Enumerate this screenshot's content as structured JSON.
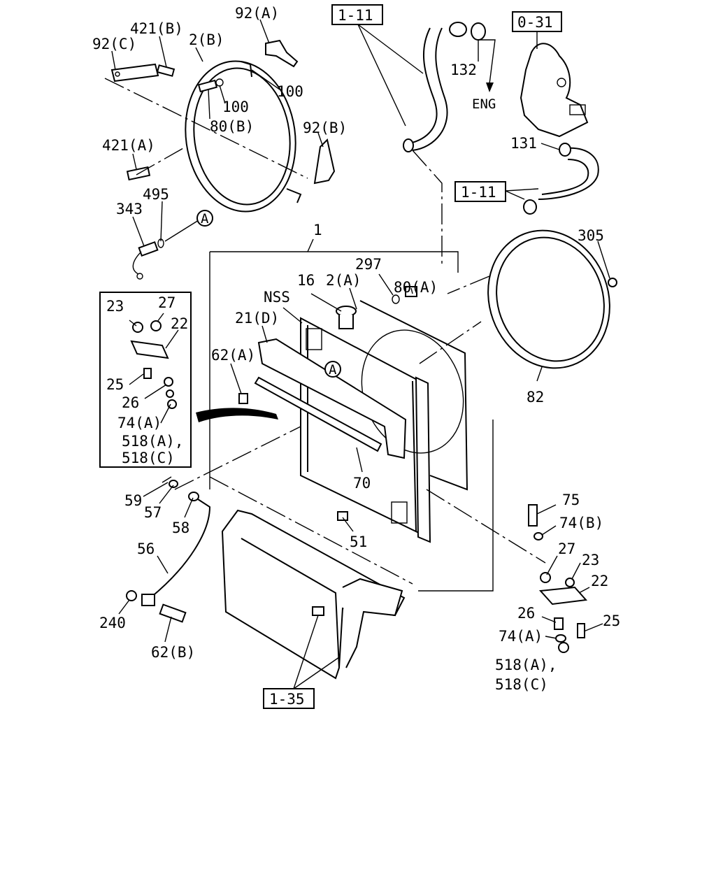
{
  "labels": {
    "ref_1_11_top": "1-11",
    "ref_0_31": "0-31",
    "ref_1_11_mid": "1-11",
    "ref_1_35": "1-35",
    "eng": "ENG",
    "l_92a": "92(A)",
    "l_421b": "421(B)",
    "l_2b": "2(B)",
    "l_92c": "92(C)",
    "l_100a": "100",
    "l_100b": "100",
    "l_80b": "80(B)",
    "l_92b": "92(B)",
    "l_421a": "421(A)",
    "l_495": "495",
    "l_343": "343",
    "l_132": "132",
    "l_131": "131",
    "l_305": "305",
    "l_1": "1",
    "l_297": "297",
    "l_80a": "80(A)",
    "l_16": "16",
    "l_2a": "2(A)",
    "l_nss": "NSS",
    "l_21d": "21(D)",
    "l_62a": "62(A)",
    "l_82": "82",
    "l_70": "70",
    "l_51": "51",
    "l_59": "59",
    "l_57": "57",
    "l_58": "58",
    "l_56": "56",
    "l_240": "240",
    "l_62b": "62(B)",
    "l_75": "75",
    "l_74b": "74(B)",
    "l_27r": "27",
    "l_23r": "23",
    "l_22r": "22",
    "l_26r": "26",
    "l_25r": "25",
    "l_74ar": "74(A)",
    "l_518ar": "518(A),",
    "l_518cr": "518(C)",
    "l_23l": "23",
    "l_27l": "27",
    "l_22l": "22",
    "l_25l": "25",
    "l_26l": "26",
    "l_74al": "74(A)",
    "l_518al": "518(A),",
    "l_518cl": "518(C)",
    "circle_a_1": "A",
    "circle_a_2": "A"
  }
}
